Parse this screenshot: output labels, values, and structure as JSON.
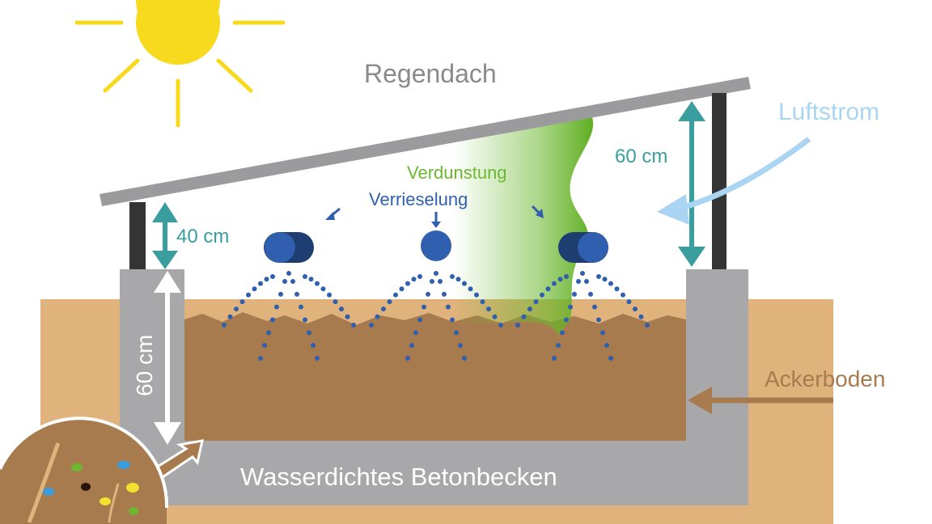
{
  "labels": {
    "roof": "Regendach",
    "airflow": "Luftstrom",
    "evaporation": "Verdunstung",
    "irrigation": "Verrieselung",
    "height_right": "60 cm",
    "height_gap_left": "40 cm",
    "depth_left": "60 cm",
    "field_soil": "Ackerboden",
    "basin": "Wasserdichtes Betonbecken"
  },
  "colors": {
    "sun": "#f7d91e",
    "roof": "#9b9b9d",
    "post": "#343434",
    "concrete": "#a8a8aa",
    "soil": "#a87b4f",
    "field": "#e0b27c",
    "teal": "#3a9e9e",
    "blue": "#2f5fae",
    "green": "#6cb82e",
    "airflow": "#a9d5f3"
  }
}
